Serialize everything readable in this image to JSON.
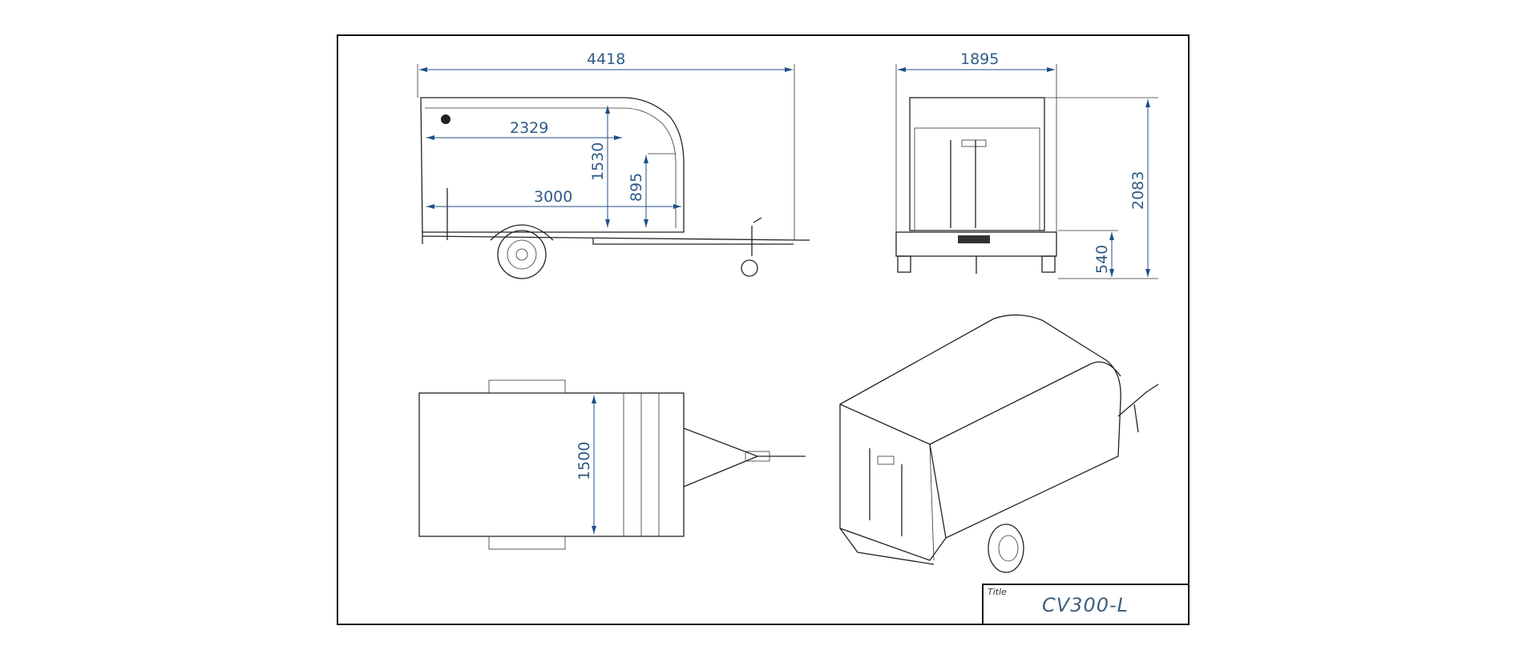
{
  "dimensions": {
    "overall_length": "4418",
    "inner_length_top": "2329",
    "inner_height": "1530",
    "front_height": "895",
    "body_length": "3000",
    "overall_width": "1895",
    "overall_height": "2083",
    "floor_height": "540",
    "inner_width": "1500"
  },
  "title_block": {
    "label": "Title",
    "value": "CV300-L"
  },
  "colors": {
    "dimension": "#1f4f8a",
    "lines": "#222222"
  }
}
